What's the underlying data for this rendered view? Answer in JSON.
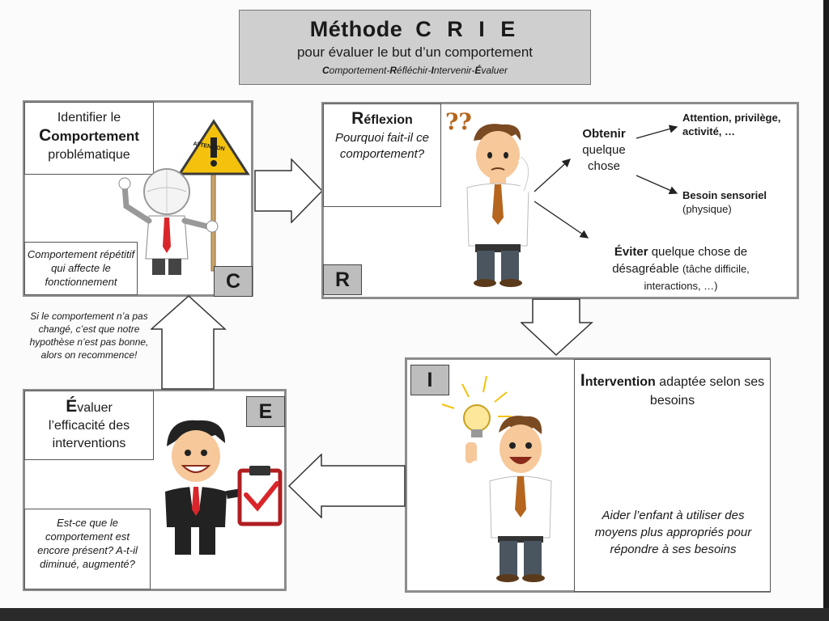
{
  "title": {
    "main": "Méthode",
    "crie": "C R I E",
    "subtitle": "pour évaluer le but d’un comportement",
    "acronym_parts": [
      {
        "first": "C",
        "rest": "omportement-"
      },
      {
        "first": "R",
        "rest": "éfléchir-"
      },
      {
        "first": "I",
        "rest": "ntervenir-"
      },
      {
        "first": "É",
        "rest": "valuer"
      }
    ]
  },
  "comportement": {
    "line1": "Identifier le",
    "initial": "C",
    "rest": "omportement",
    "line3": "problématique",
    "note": "Comportement répétitif qui affecte le fonctionnement",
    "letter": "C",
    "sign_text": "ATTENTION",
    "sign_mark": "!"
  },
  "reflexion": {
    "initial": "R",
    "rest": "éflexion",
    "question": "Pourquoi fait-il ce comportement?",
    "question_marks": "??",
    "letter": "R",
    "obtenir": "Obtenir",
    "obtenir_rest": "quelque chose",
    "attention": "Attention, privilège, activité, …",
    "besoin": "Besoin sensoriel",
    "physique": "(physique)",
    "eviter": "Éviter",
    "eviter_rest": "quelque chose de désagréable",
    "tache": "(tâche difficile, interactions, …)"
  },
  "intervention": {
    "letter": "I",
    "initial": "I",
    "rest": "ntervention",
    "rest2": "adaptée selon ses besoins",
    "aide": "Aider l’enfant à utiliser des moyens plus appropriés pour répondre à ses besoins"
  },
  "evaluer": {
    "letter": "E",
    "initial": "É",
    "rest": "valuer",
    "line2": "l’efficacité des interventions",
    "question": "Est-ce que le comportement est encore présent? A-t-il diminué, augmenté?"
  },
  "loop_note": "Si le comportement n’a pas changé, c’est que notre hypothèse n’est pas bonne, alors on recommence!",
  "colors": {
    "panel_border": "#8c8c8c",
    "title_bg": "#cfcfcf",
    "letter_bg": "#bdbdbd",
    "sign_yellow": "#f4c20d",
    "tie": "#b5651d",
    "hair": "#7a4a22",
    "check": "#d9262b"
  }
}
